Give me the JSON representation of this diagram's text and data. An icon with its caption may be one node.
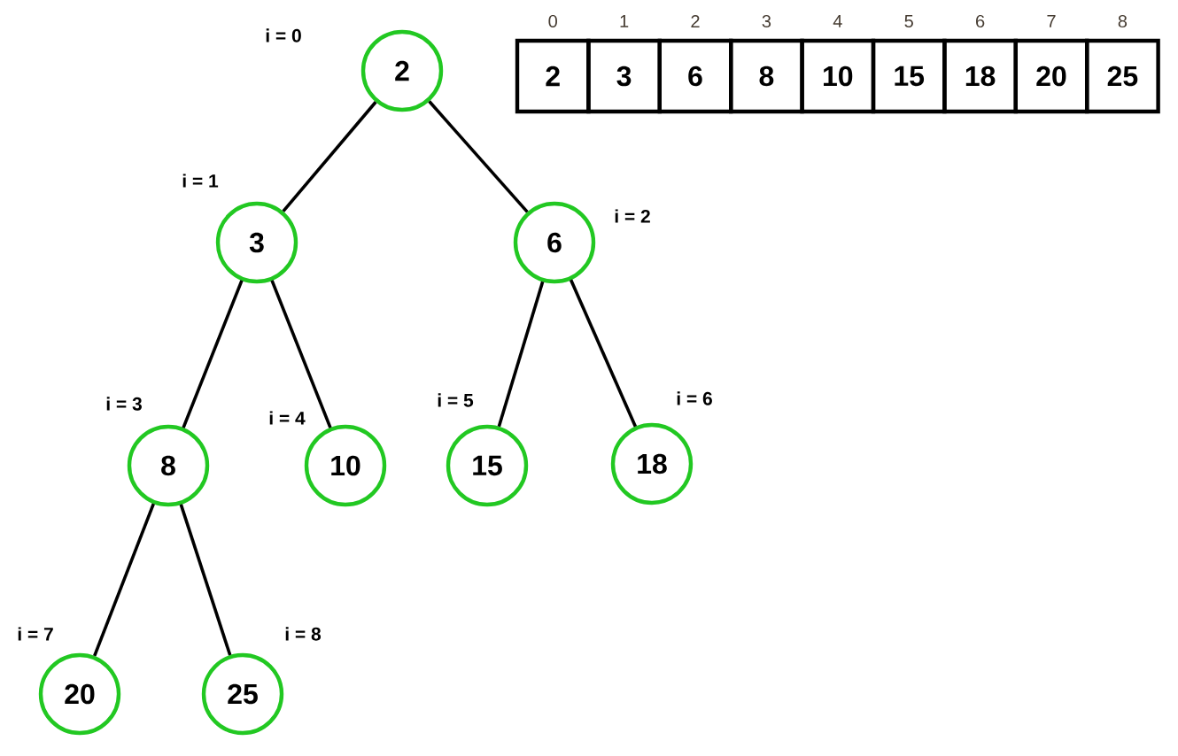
{
  "diagram": {
    "nodes": [
      {
        "text": [
          "2"
        ],
        "beside": [
          "i = 0"
        ]
      },
      {
        "text": [
          "3"
        ],
        "beside": [
          "i = 1"
        ]
      },
      {
        "text": [
          "6"
        ],
        "beside": [
          "i = 2"
        ]
      },
      {
        "text": [
          "8"
        ],
        "beside": [
          "i = 3"
        ]
      },
      {
        "text": [
          "10"
        ],
        "beside": [
          "i = 4"
        ]
      },
      {
        "text": [
          "15"
        ],
        "beside": [
          "i = 5"
        ]
      },
      {
        "text": [
          "18"
        ],
        "beside": [
          "i = 6"
        ]
      },
      {
        "text": [
          "20"
        ],
        "beside": [
          "i = 7"
        ]
      },
      {
        "text": [
          "25"
        ],
        "beside": [
          "i = 8"
        ]
      },
      {
        "text": [
          "2"
        ],
        "beside": [
          "0"
        ]
      },
      {
        "text": [
          "3"
        ],
        "beside": [
          "1"
        ]
      },
      {
        "text": [
          "6"
        ],
        "beside": [
          "2"
        ]
      },
      {
        "text": [
          "8"
        ],
        "beside": [
          "3"
        ]
      },
      {
        "text": [
          "10"
        ],
        "beside": [
          "4"
        ]
      },
      {
        "text": [
          "15"
        ],
        "beside": [
          "5"
        ]
      },
      {
        "text": [
          "18"
        ],
        "beside": [
          "6"
        ]
      },
      {
        "text": [
          "20"
        ],
        "beside": [
          "7"
        ]
      },
      {
        "text": [
          "25"
        ],
        "beside": [
          "8"
        ]
      }
    ],
    "edges": [
      {
        "from": 0,
        "to": 1,
        "arrow": "none"
      },
      {
        "from": 0,
        "to": 2,
        "arrow": "none"
      },
      {
        "from": 1,
        "to": 3,
        "arrow": "none"
      },
      {
        "from": 1,
        "to": 4,
        "arrow": "none"
      },
      {
        "from": 2,
        "to": 5,
        "arrow": "none"
      },
      {
        "from": 2,
        "to": 6,
        "arrow": "none"
      },
      {
        "from": 3,
        "to": 7,
        "arrow": "none"
      },
      {
        "from": 3,
        "to": 8,
        "arrow": "none"
      }
    ]
  }
}
